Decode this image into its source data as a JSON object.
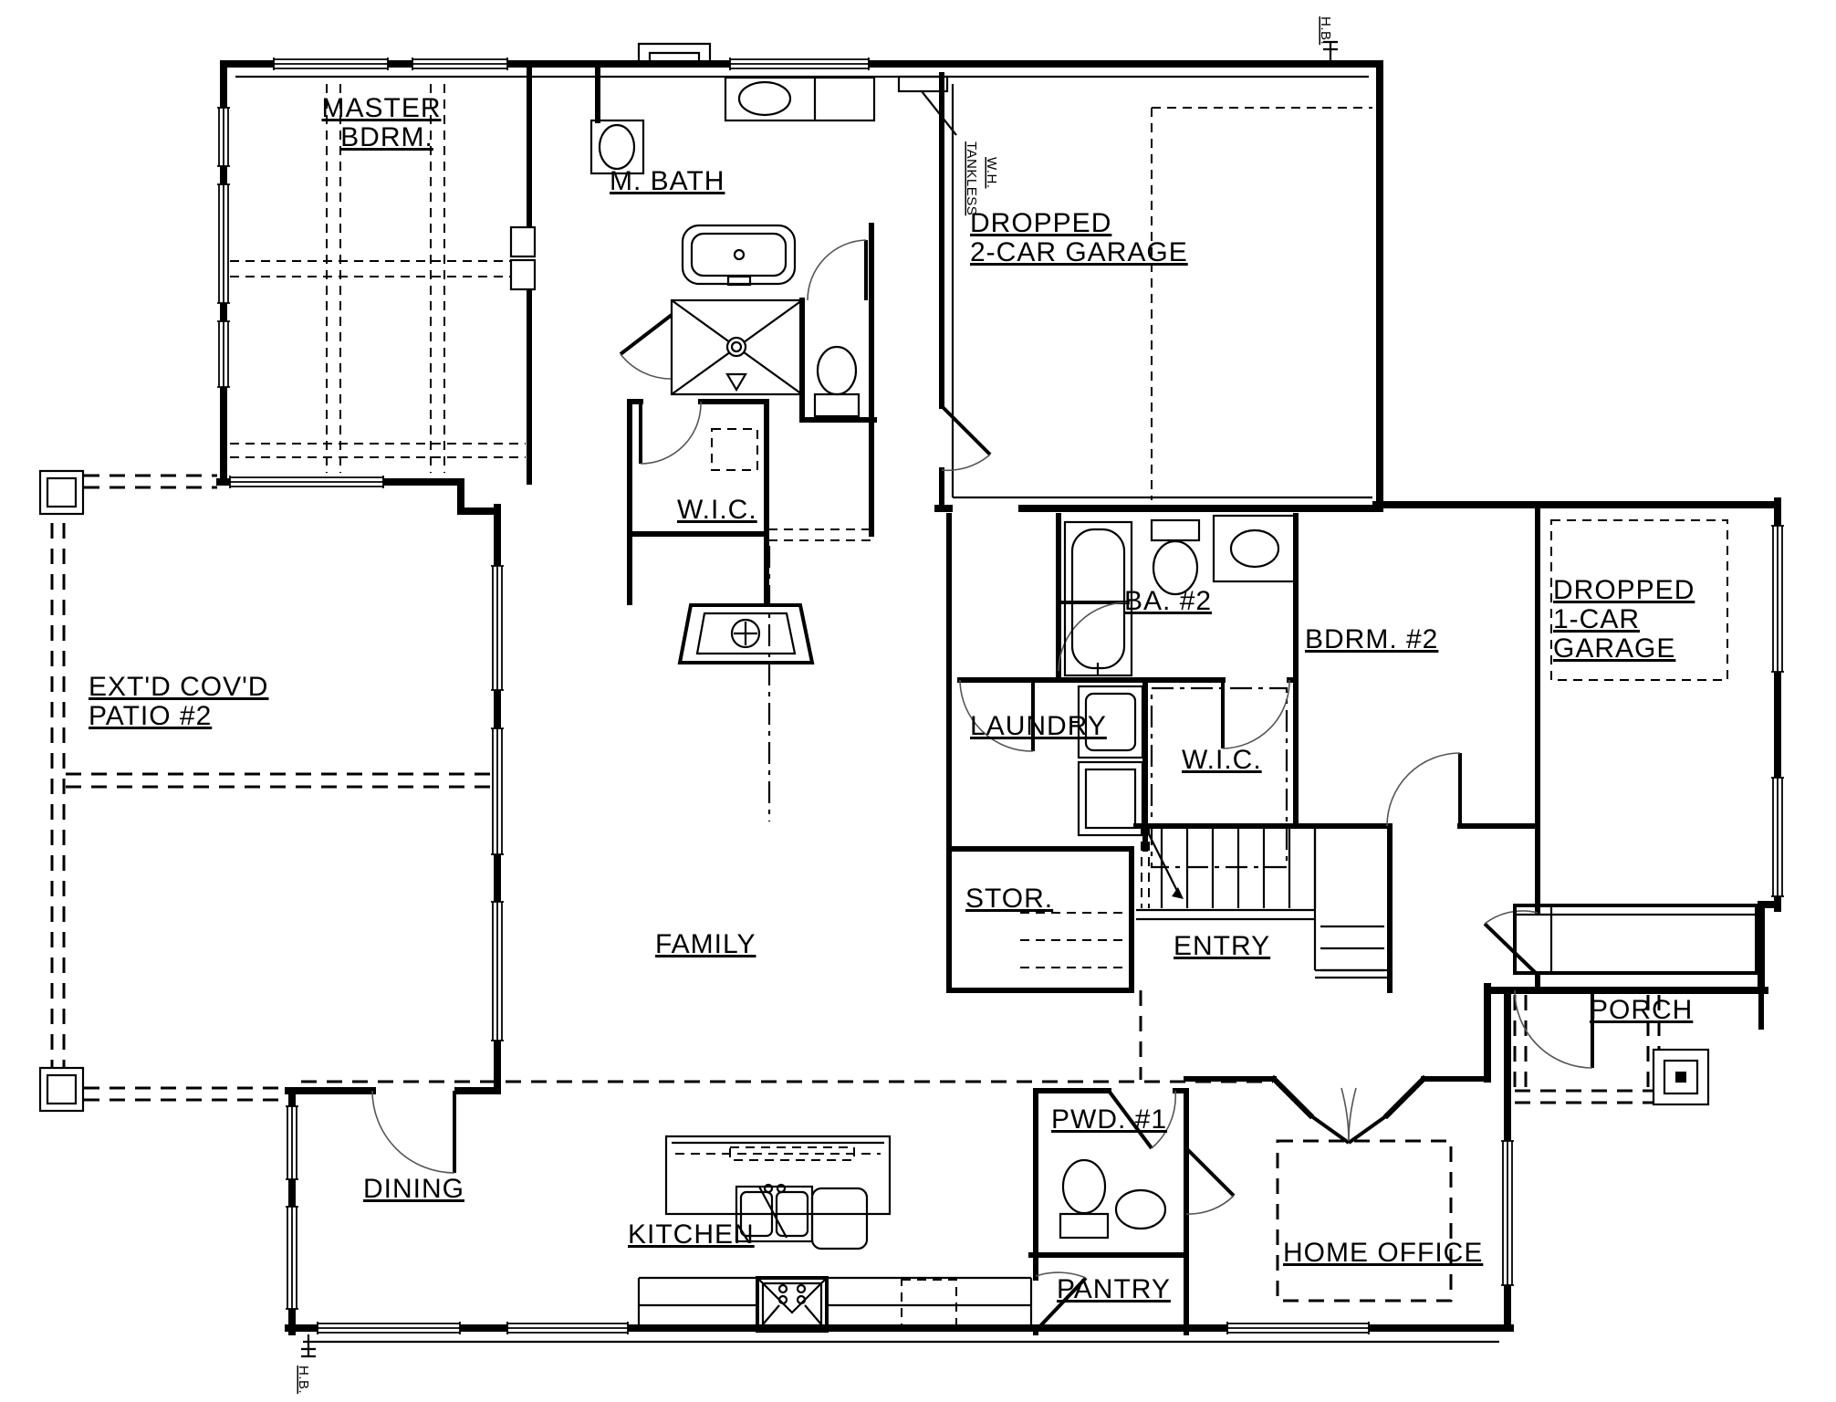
{
  "document": {
    "kind": "architectural floor plan",
    "colors": {
      "ink": "#000000",
      "paper": "#ffffff"
    }
  },
  "rooms": {
    "master_bdrm": {
      "line1": "MASTER",
      "line2": "BDRM."
    },
    "m_bath": {
      "label": "M. BATH"
    },
    "garage2": {
      "line1": "DROPPED",
      "line2": "2-CAR GARAGE"
    },
    "wic_master": {
      "label": "W.I.C."
    },
    "patio": {
      "line1": "EXT'D COV'D",
      "line2": "PATIO #2"
    },
    "ba2": {
      "label": "BA. #2"
    },
    "bdrm2": {
      "label": "BDRM. #2"
    },
    "garage1": {
      "line1": "DROPPED",
      "line2": "1-CAR",
      "line3": "GARAGE"
    },
    "laundry": {
      "label": "LAUNDRY"
    },
    "wic2": {
      "label": "W.I.C."
    },
    "stor": {
      "label": "STOR."
    },
    "entry": {
      "label": "ENTRY"
    },
    "family": {
      "label": "FAMILY"
    },
    "porch": {
      "label": "PORCH"
    },
    "dining": {
      "label": "DINING"
    },
    "kitchen": {
      "label": "KITCHEN"
    },
    "pwd1": {
      "label": "PWD. #1"
    },
    "pantry": {
      "label": "PANTRY"
    },
    "home_office": {
      "label": "HOME OFFICE"
    }
  },
  "annotations": {
    "tankless_line1": "TANKLESS",
    "tankless_line2": "W.H.",
    "hose_bib_top": "H.B.",
    "hose_bib_bottom": "H.B."
  }
}
